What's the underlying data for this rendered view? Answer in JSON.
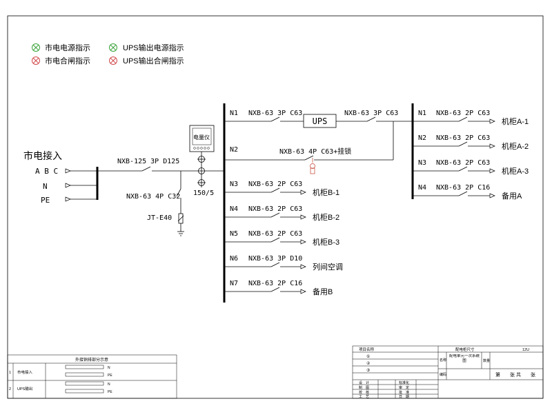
{
  "colors": {
    "indicator_green": "#3aa33a",
    "indicator_red": "#d24a4a",
    "meter_symbol_red": "#c0392b"
  },
  "legend": [
    {
      "icon": "indicator-lamp-green",
      "label": "市电电源指示"
    },
    {
      "icon": "indicator-lamp-green",
      "label": "UPS输出电源指示"
    },
    {
      "icon": "indicator-lamp-red",
      "label": "市电合闸指示"
    },
    {
      "icon": "indicator-lamp-red",
      "label": "UPS输出合闸指示"
    }
  ],
  "input": {
    "title": "市电接入",
    "abc": "A B C",
    "n": "N",
    "pe": "PE",
    "main_breaker": "NXB-125 3P D125",
    "spd_breaker": "NXB-63 4P C32",
    "spd": "JT-E40",
    "meter": "电量仪",
    "ct_ratio": "150/5"
  },
  "bus1": {
    "n1": {
      "tag": "N1",
      "breaker": "NXB-63 3P C63",
      "ups": "UPS",
      "out_breaker": "NXB-63 3P C63"
    },
    "n2": {
      "tag": "N2",
      "breaker": "NXB-63 4P C63+挂锁"
    },
    "circuits": [
      {
        "tag": "N3",
        "breaker": "NXB-63 2P C63",
        "load": "机柜B-1"
      },
      {
        "tag": "N4",
        "breaker": "NXB-63 2P C63",
        "load": "机柜B-2"
      },
      {
        "tag": "N5",
        "breaker": "NXB-63 2P C63",
        "load": "机柜B-3"
      },
      {
        "tag": "N6",
        "breaker": "NXB-63 3P D10",
        "load": "列间空调"
      },
      {
        "tag": "N7",
        "breaker": "NXB-63 2P C16",
        "load": "备用B"
      }
    ]
  },
  "bus2": {
    "circuits": [
      {
        "tag": "N1",
        "breaker": "NXB-63 2P C63",
        "load": "机柜A-1"
      },
      {
        "tag": "N2",
        "breaker": "NXB-63 2P C63",
        "load": "机柜A-2"
      },
      {
        "tag": "N3",
        "breaker": "NXB-63 2P C63",
        "load": "机柜A-3"
      },
      {
        "tag": "N4",
        "breaker": "NXB-63 2P C16",
        "load": "备用A"
      }
    ]
  },
  "wiring_table": {
    "title": "外接铜排部分示意",
    "rows": [
      {
        "idx": "1",
        "name": "市电接入",
        "n": "N",
        "pe": "PE"
      },
      {
        "idx": "2",
        "name": "UPS输出",
        "n": "N",
        "pe": "PE"
      }
    ]
  },
  "title_block": {
    "project_name": "项目名称",
    "item1": "①",
    "item2": "②",
    "item3": "③",
    "cabinet_size": "配电柜尺寸",
    "size_value": "12U",
    "drawing_name_label": "名称",
    "drawing_name": "配电单元一次系统图",
    "quantity": "数量",
    "code": "编码",
    "sheet": "第　　张 共　　张",
    "design": "设　计",
    "standardize": "标准化",
    "draw": "制　图",
    "review": "审　定",
    "check": "校　核",
    "approve": "批　准",
    "process": "工　艺",
    "date": "日　期"
  }
}
